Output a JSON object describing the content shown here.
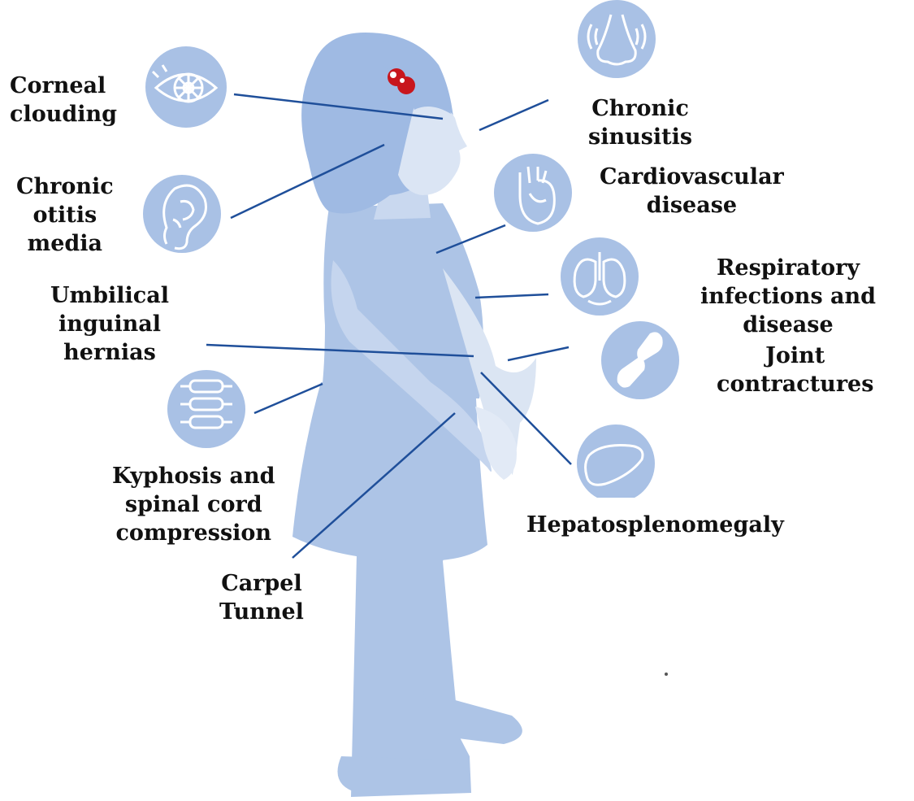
{
  "colors": {
    "silhouette": "#adc4e6",
    "silhouette_light": "#d4e0f2",
    "icon_circle": "#a9c1e5",
    "leader_line": "#1f4f9a",
    "bow": "#c8161d",
    "text": "#111111"
  },
  "labels": {
    "corneal_clouding": "Corneal\nclouding",
    "chronic_otitis_media": "Chronic\notitis\nmedia",
    "umbilical_inguinal_hernias": "Umbilical\ninguinal\nhernias",
    "kyphosis_spinal_cord": "Kyphosis and\nspinal cord\ncompression",
    "carpel_tunnel": "Carpel\nTunnel",
    "chronic_sinusitis": "Chronic\nsinusitis",
    "cardiovascular_disease": "Cardiovascular\ndisease",
    "respiratory": "Respiratory\ninfections and disease",
    "joint_contractures": "Joint\ncontractures",
    "hepatosplenomegaly": "Hepatosplenomegaly"
  },
  "icons": {
    "eye": "eye-icon",
    "ear": "ear-icon",
    "spine": "spine-icon",
    "nose": "nose-icon",
    "heart": "heart-icon",
    "lungs": "lungs-icon",
    "joint": "knee-joint-icon",
    "liver": "liver-icon"
  }
}
